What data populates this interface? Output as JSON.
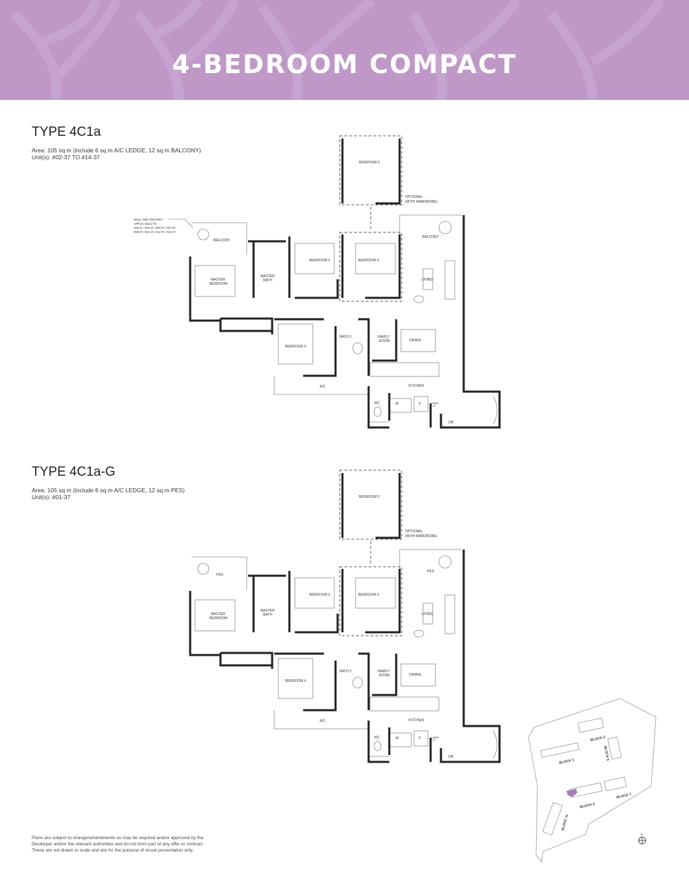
{
  "header": {
    "title": "4-BEDROOM COMPACT",
    "background_color": "#bf98c8"
  },
  "plans": [
    {
      "type": "TYPE 4C1a",
      "area": "Area: 105 sq m (include 6 sq m A/C LEDGE, 12 sq m BALCONY)",
      "units": "Unit(s): #02-37 TO #14-37",
      "note": [
        "WALL AND PARAPET",
        "APPLICABLE TO :",
        "#03-37, #04-37, #06-37, #07-37,",
        "#09-37, #10-37, #12-37, #13-37"
      ],
      "rooms": {
        "outdoor_left": "BALCONY",
        "outdoor_right": "BALCONY",
        "master_bedroom": [
          "MASTER",
          "BEDROOM"
        ],
        "master_bath": [
          "MASTER",
          "BATH"
        ],
        "bedroom2": "BEDROOM 2",
        "bedroom3": "BEDROOM 3",
        "bedroom3_optional": "BEDROOM 3",
        "optional": [
          "OPTIONAL",
          "(WITH WARDROBE)"
        ],
        "living": "LIVING",
        "bedroom4": "BEDROOM 4",
        "bath2": "BATH 2",
        "family_room": [
          "FAMILY",
          "ROOM"
        ],
        "dining": "DINING",
        "kitchen": "KITCHEN",
        "ac": "A/C",
        "wc": "WC",
        "washer": "W",
        "fridge": "F",
        "linen": [
          "LINEN",
          "ST"
        ],
        "db": "DB"
      }
    },
    {
      "type": "TYPE 4C1a-G",
      "area": "Area:  105 sq m (include 6 sq m A/C LEDGE, 12 sq m PES)",
      "units": "Unit(s): #01-37",
      "rooms": {
        "outdoor_left": "PES",
        "outdoor_right": "PES",
        "master_bedroom": [
          "MASTER",
          "BEDROOM"
        ],
        "master_bath": [
          "MASTER",
          "BATH"
        ],
        "bedroom2": "BEDROOM 2",
        "bedroom3": "BEDROOM 3",
        "bedroom3_optional": "BEDROOM 3",
        "optional": [
          "OPTIONAL",
          "(WITH WARDROBE)"
        ],
        "living": "LIVING",
        "bedroom4": "BEDROOM 4",
        "bath2": "BATH 2",
        "family_room": [
          "FAMILY",
          "ROOM"
        ],
        "dining": "DINING",
        "kitchen": "KITCHEN",
        "ac": "A/C",
        "wc": "WC",
        "washer": "W",
        "fridge": "F",
        "linen": [
          "LINEN",
          "ST"
        ],
        "db": "DB"
      }
    }
  ],
  "key_plan": {
    "blocks": [
      "BLOCK 1",
      "BLOCK 3",
      "BLOCK 5",
      "BLOCK 7",
      "BLOCK 9",
      "BLOCK 11"
    ],
    "north": "N",
    "highlight_color": "#a67bb5"
  },
  "disclaimer": [
    "Plans are subject to change/amendments as may be required and/or approved by the",
    "Developer and/or the relevant authorities and do not form part of any offer or contract.",
    "These are not drawn to scale and are for the purpose of visual presentation only."
  ]
}
